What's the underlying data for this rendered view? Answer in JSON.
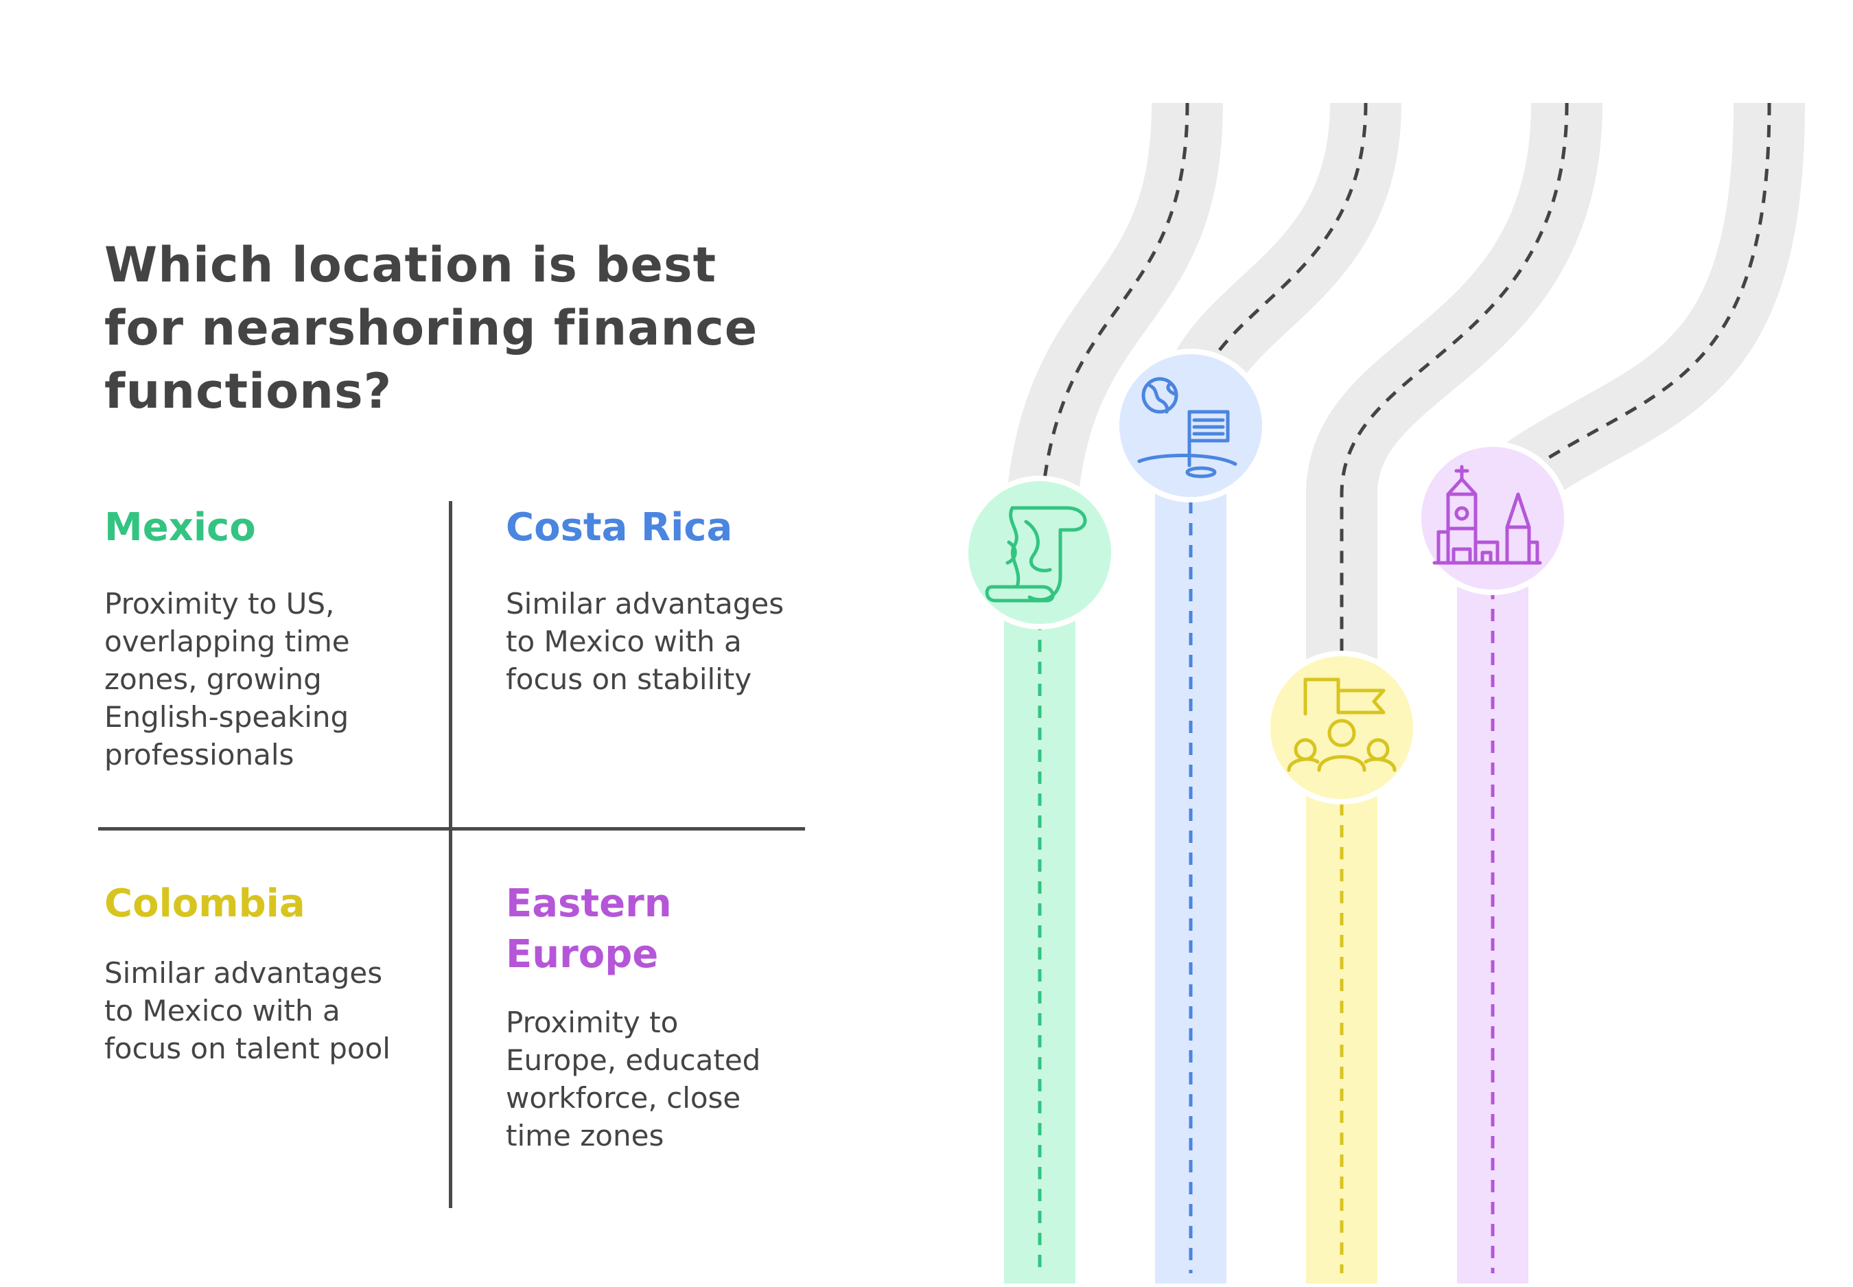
{
  "title": "Which location is best for nearshoring finance functions?",
  "options": [
    {
      "name": "Mexico",
      "description": "Proximity to US, overlapping time zones, growing English-speaking professionals",
      "color": "#33c481",
      "lane_color": "#c8f9e0",
      "icon": "map-scroll-icon"
    },
    {
      "name": "Costa Rica",
      "description": "Similar advantages to Mexico with a focus on stability",
      "color": "#4a85e0",
      "lane_color": "#dce8fd",
      "icon": "globe-flag-icon"
    },
    {
      "name": "Colombia",
      "description": "Similar advantages to Mexico with a focus on talent pool",
      "color": "#d8c41f",
      "lane_color": "#fdf7bb",
      "icon": "flag-team-icon"
    },
    {
      "name": "Eastern Europe",
      "description": "Proximity to Europe, educated workforce, close time zones",
      "color": "#b556d8",
      "lane_color": "#f1dffd",
      "icon": "cathedral-icon"
    }
  ],
  "road_color": "#ebebeb",
  "text_color": "#444444"
}
